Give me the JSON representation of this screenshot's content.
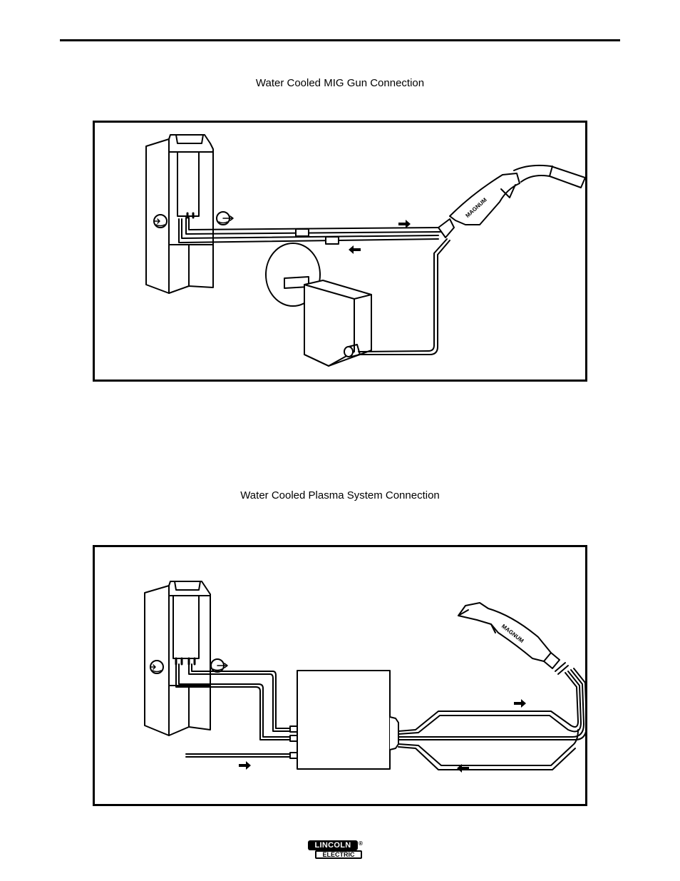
{
  "figures": [
    {
      "caption": "Water Cooled MIG Gun Connection",
      "torch_brand": "MAGNUM"
    },
    {
      "caption": "Water Cooled Plasma System Connection",
      "torch_brand": "MAGNUM"
    }
  ],
  "logo": {
    "line1": "LINCOLN",
    "line2": "ELECTRIC",
    "mark": "®"
  }
}
